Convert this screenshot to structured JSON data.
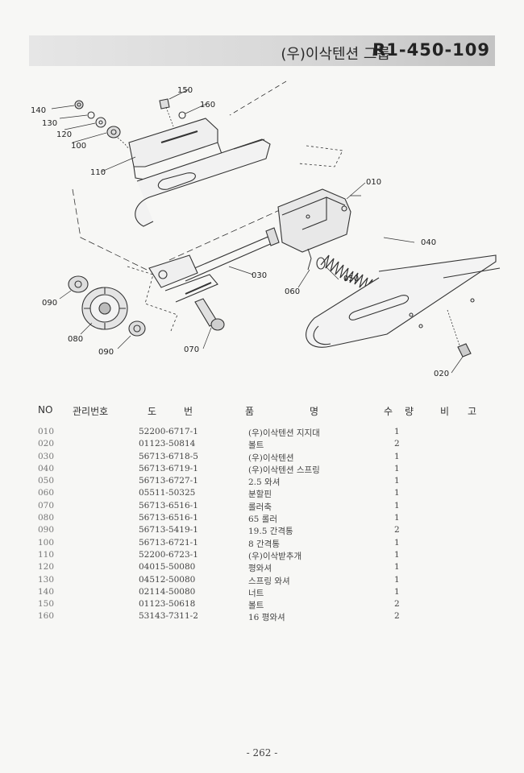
{
  "header": {
    "title": "(우)이삭텐션 그룹",
    "code": "R1-450-109"
  },
  "diagram": {
    "callouts": [
      "150",
      "160",
      "140",
      "130",
      "120",
      "100",
      "110",
      "010",
      "040",
      "030",
      "050",
      "060",
      "090",
      "080",
      "090",
      "070",
      "020"
    ]
  },
  "table": {
    "headers": {
      "no": "NO",
      "mgmt": "관리번호",
      "drawing1": "도",
      "drawing2": "번",
      "name1": "품",
      "name2": "명",
      "qty1": "수",
      "qty2": "량",
      "remark1": "비",
      "remark2": "고"
    },
    "rows": [
      {
        "no": "010",
        "part": "52200-6717-1",
        "name": "(우)이삭텐션 지지대",
        "qty": "1"
      },
      {
        "no": "020",
        "part": "01123-50814",
        "name": "볼트",
        "qty": "2"
      },
      {
        "no": "030",
        "part": "56713-6718-5",
        "name": "(우)이삭텐션",
        "qty": "1"
      },
      {
        "no": "040",
        "part": "56713-6719-1",
        "name": "(우)이삭텐션 스프링",
        "qty": "1"
      },
      {
        "no": "050",
        "part": "56713-6727-1",
        "name": "2.5 와셔",
        "qty": "1"
      },
      {
        "no": "060",
        "part": "05511-50325",
        "name": "분할핀",
        "qty": "1"
      },
      {
        "no": "070",
        "part": "56713-6516-1",
        "name": "롤러축",
        "qty": "1"
      },
      {
        "no": "080",
        "part": "56713-6516-1",
        "name": "65 롤러",
        "qty": "1"
      },
      {
        "no": "090",
        "part": "56713-5419-1",
        "name": "19.5 간격통",
        "qty": "2"
      },
      {
        "no": "100",
        "part": "56713-6721-1",
        "name": "8 간격통",
        "qty": "1"
      },
      {
        "no": "110",
        "part": "52200-6723-1",
        "name": "(우)이삭받추개",
        "qty": "1"
      },
      {
        "no": "120",
        "part": "04015-50080",
        "name": "평와셔",
        "qty": "1"
      },
      {
        "no": "130",
        "part": "04512-50080",
        "name": "스프링 와셔",
        "qty": "1"
      },
      {
        "no": "140",
        "part": "02114-50080",
        "name": "너트",
        "qty": "1"
      },
      {
        "no": "150",
        "part": "01123-50618",
        "name": "볼트",
        "qty": "2"
      },
      {
        "no": "160",
        "part": "53143-7311-2",
        "name": "16 평와셔",
        "qty": "2"
      }
    ]
  },
  "footer": {
    "page": "- 262 -"
  }
}
